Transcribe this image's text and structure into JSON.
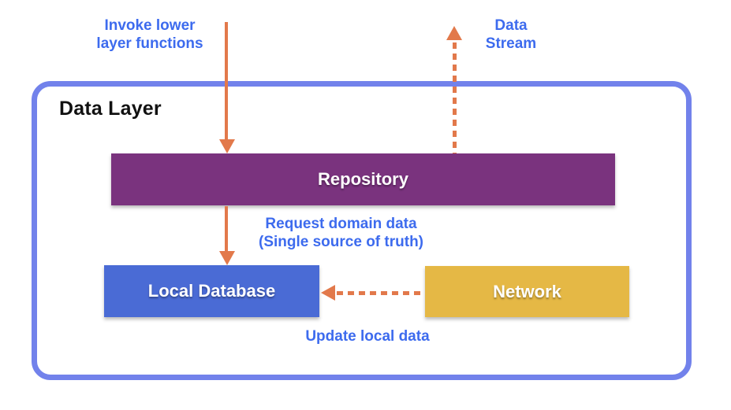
{
  "diagram": {
    "title": "Data Layer",
    "nodes": {
      "repository": "Repository",
      "local_database": "Local Database",
      "network": "Network"
    },
    "annotations": {
      "invoke": {
        "line1": "Invoke lower",
        "line2": "layer functions"
      },
      "data_stream": {
        "line1": "Data",
        "line2": "Stream"
      },
      "request": {
        "line1": "Request domain data",
        "line2": "(Single source of truth)"
      },
      "update": "Update local data"
    },
    "colors": {
      "container_border": "#7282EB",
      "repository_bg": "#7A337E",
      "local_database_bg": "#4A6BD5",
      "network_bg": "#E5B845",
      "arrow": "#E2794B",
      "annotation_text": "#3D6BEE",
      "title_text": "#111111",
      "node_text": "#FFFFFF"
    }
  }
}
